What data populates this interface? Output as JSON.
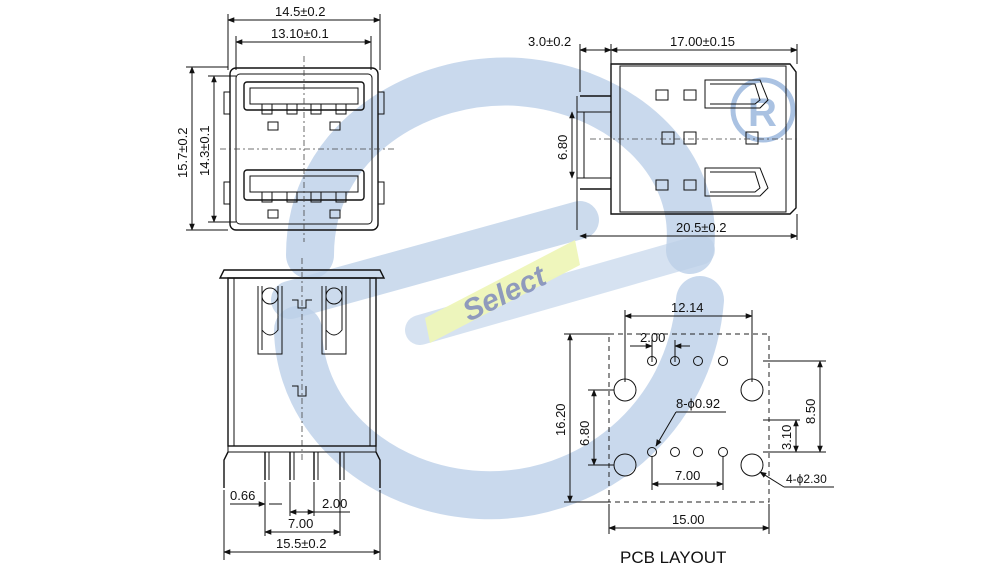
{
  "watermark": {
    "text": "Select",
    "colors": {
      "ring": "#b9cde6",
      "band": "#e9f2b0",
      "text": "#7a86b8"
    }
  },
  "top_view": {
    "width_outer": "14.5±0.2",
    "width_inner": "13.10±0.1",
    "height_outer": "15.7±0.2",
    "height_inner": "14.3±0.1"
  },
  "side_view": {
    "pin_length": "3.0±0.2",
    "body_length": "17.00±0.15",
    "pin_spacing": "6.80",
    "total_length": "20.5±0.2"
  },
  "front_view": {
    "pin_width": "0.66",
    "pin_pitch": "2.00",
    "pin_span": "7.00",
    "total_width": "15.5±0.2"
  },
  "pcb_layout": {
    "title": "PCB LAYOUT",
    "hole_span": "12.14",
    "pin_pitch": "2.00",
    "height_total": "16.20",
    "row_spacing": "6.80",
    "pin_holes": "8-ϕ0.92",
    "upper_offset": "8.50",
    "lower_offset": "3.10",
    "pin_span": "7.00",
    "mount_holes": "4-ϕ2.30",
    "width_total": "15.00"
  }
}
